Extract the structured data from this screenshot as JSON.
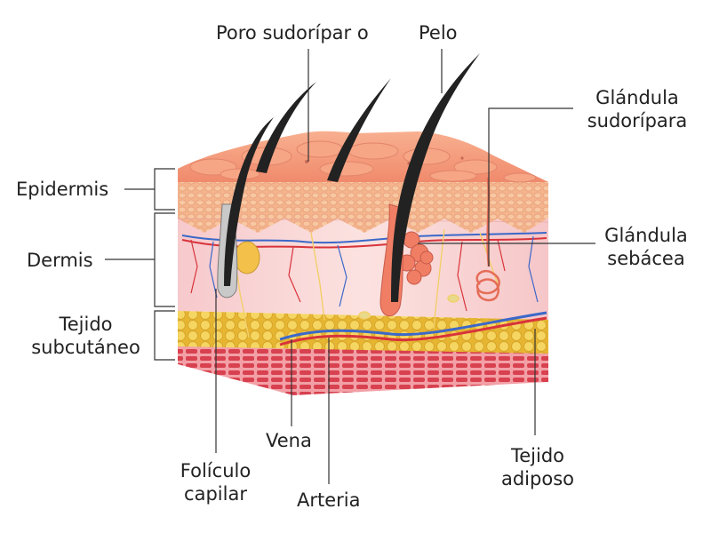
{
  "labels": {
    "poro": "Poro sudorípar o",
    "pelo": "Pelo",
    "glandula_sudoripara": [
      "Glándula",
      "sudorípara"
    ],
    "epidermis": "Epidermis",
    "glandula_sebacea": [
      "Glándula",
      "sebácea"
    ],
    "dermis": "Dermis",
    "subcutaneo": [
      "Tejido",
      "subcutáneo"
    ],
    "vena": "Vena",
    "foliculo": [
      "Folículo",
      "capilar"
    ],
    "adiposo": [
      "Tejido",
      "adiposo"
    ],
    "arteria": "Arteria"
  },
  "colors": {
    "epidermis": "#f49a7c",
    "epidermis_dark": "#e8826a",
    "dermis": "#f9d6d4",
    "fat": "#f3cf4e",
    "muscle": "#d9475b",
    "hair": "#2d2d2d",
    "gland": "#f07e65",
    "vein": "#3b68c9",
    "artery": "#d8333b"
  }
}
